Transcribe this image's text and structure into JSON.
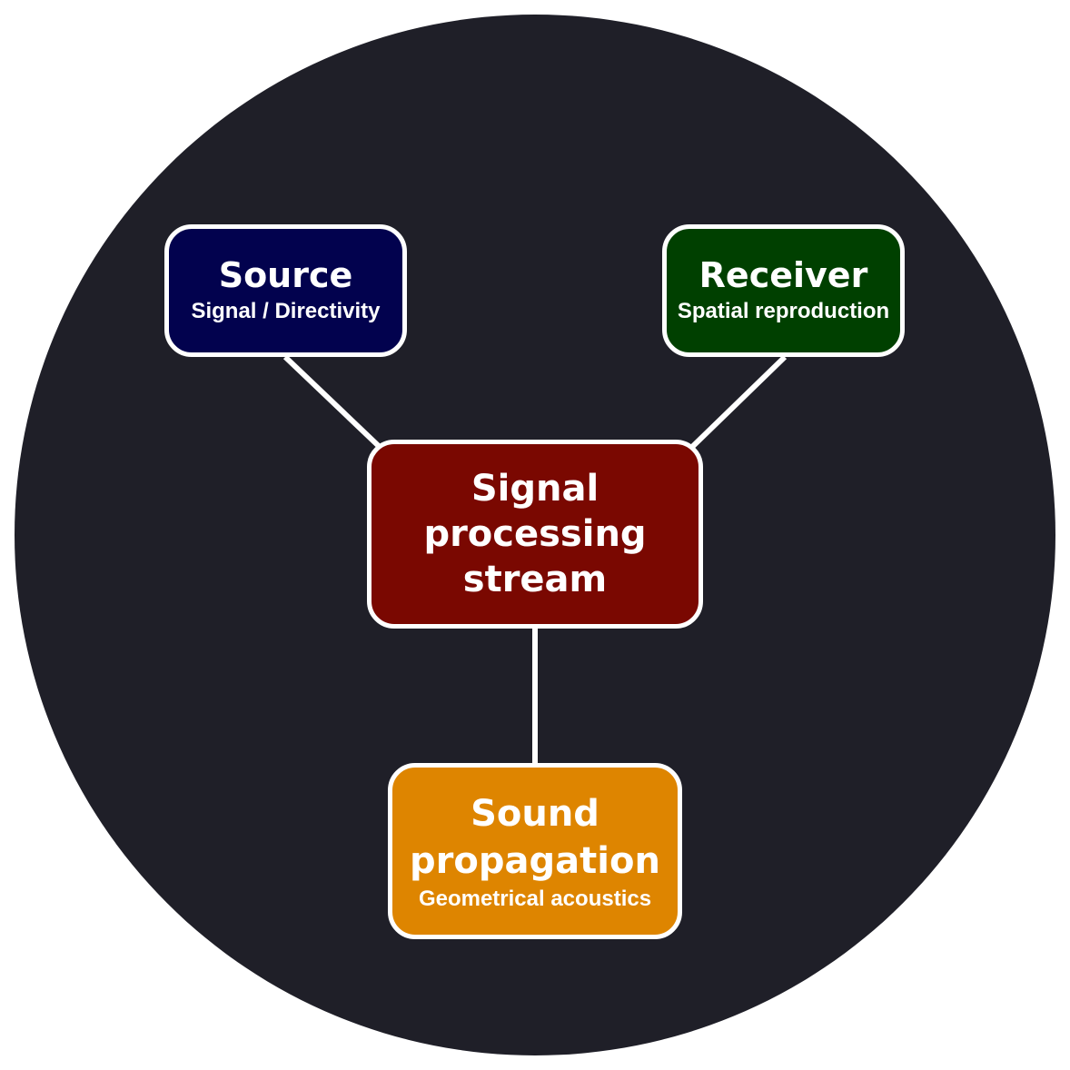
{
  "diagram": {
    "colors": {
      "background_circle": "#1f1f28",
      "border": "#ffffff",
      "source": "#02024e",
      "receiver": "#004000",
      "signal": "#7a0801",
      "propagation": "#de8500",
      "connector": "#ffffff"
    },
    "nodes": {
      "source": {
        "title": "Source",
        "subtitle": "Signal / Directivity"
      },
      "receiver": {
        "title": "Receiver",
        "subtitle": "Spatial reproduction"
      },
      "signal_processing": {
        "title_lines": [
          "Signal",
          "processing",
          "stream"
        ]
      },
      "sound_propagation": {
        "title_lines": [
          "Sound",
          "propagation"
        ],
        "subtitle": "Geometrical acoustics"
      }
    },
    "connections": [
      {
        "from": "source",
        "to": "signal_processing"
      },
      {
        "from": "receiver",
        "to": "signal_processing"
      },
      {
        "from": "signal_processing",
        "to": "sound_propagation"
      }
    ]
  }
}
